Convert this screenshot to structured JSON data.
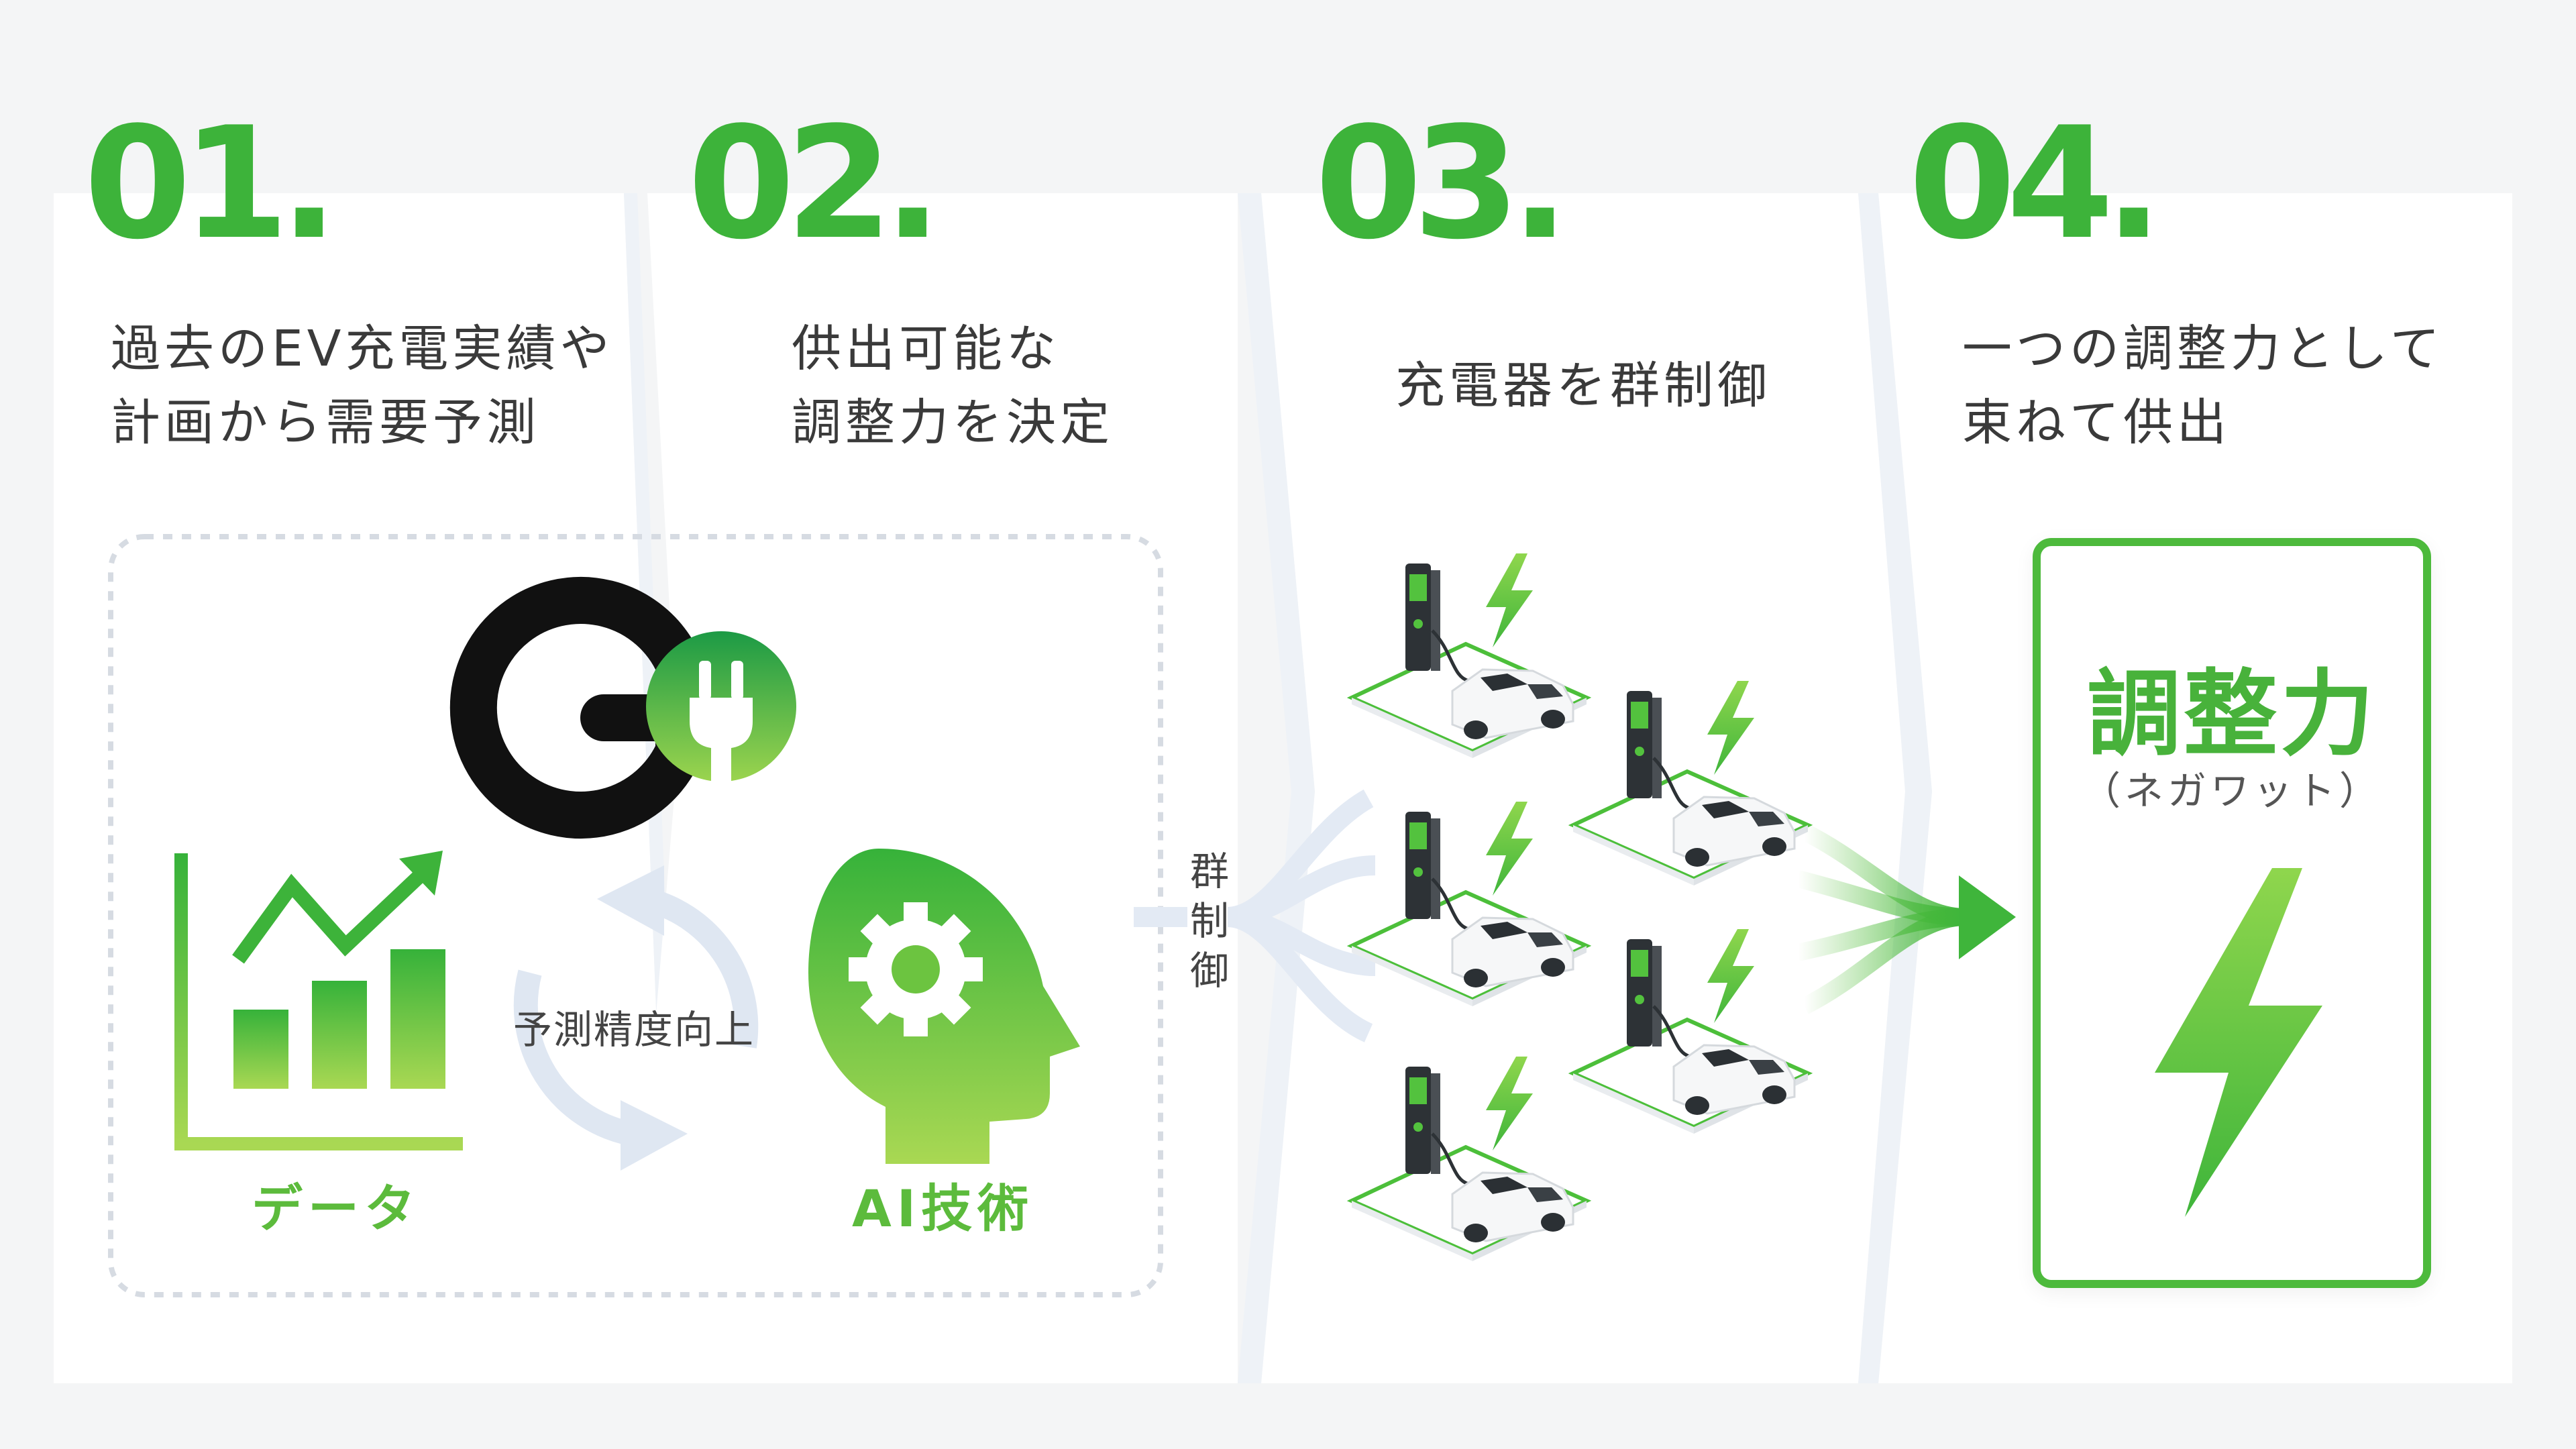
{
  "steps": [
    {
      "number": "01.",
      "text_line1": "過去のEV充電実績や",
      "text_line2": "計画から需要予測"
    },
    {
      "number": "02.",
      "text_line1": "供出可能な",
      "text_line2": "調整力を決定"
    },
    {
      "number": "03.",
      "text_line1": "充電器を群制御",
      "text_line2": ""
    },
    {
      "number": "04.",
      "text_line1": "一つの調整力として",
      "text_line2": "束ねて供出"
    }
  ],
  "labels": {
    "data": "データ",
    "ai": "AI技術",
    "cycle": "予測精度向上",
    "group_control": [
      "群",
      "制",
      "御"
    ]
  },
  "result": {
    "title": "調整力",
    "subtitle": "（ネガワット）"
  },
  "colors": {
    "green_dark": "#3db33a",
    "green_light": "#a7d84f",
    "arrow_pale": "#dfe7f2",
    "logo_black": "#111111"
  },
  "icons": [
    "go-logo-icon",
    "chart-icon",
    "ai-head-gear-icon",
    "cycle-arrows-icon",
    "ev-charger-car-icon",
    "lightning-icon"
  ]
}
